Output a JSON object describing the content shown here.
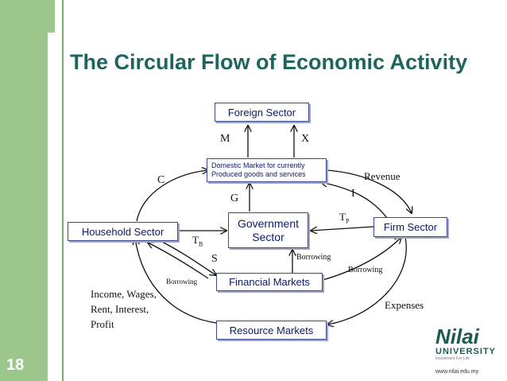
{
  "slide": {
    "number": "18",
    "title": "The Circular Flow of Economic Activity"
  },
  "boxes": {
    "foreign": "Foreign Sector",
    "domestic_line1": "Domestic Market for currently",
    "domestic_line2": "Produced goods and services",
    "government_line1": "Government",
    "government_line2": "Sector",
    "household": "Household Sector",
    "firm": "Firm Sector",
    "financial": "Financial Markets",
    "resource": "Resource Markets"
  },
  "labels": {
    "m": "M",
    "x": "X",
    "c": "C",
    "revenue": "Revenue",
    "g": "G",
    "i": "I",
    "tp": "T",
    "tp_sub": "P",
    "tb": "T",
    "tb_sub": "B",
    "s": "S",
    "borrowing_gov": "Borrowing",
    "borrowing_firm": "Borrowing",
    "borrowing_house": "Borrowing",
    "income_line1": "Income, Wages,",
    "income_line2": "Rent, Interest,",
    "income_line3": "Profit",
    "expenses": "Expenses"
  },
  "logo": {
    "name": "Nilai",
    "sub": "UNIVERSITY",
    "tagline": "Investment For Life",
    "url": "www.nilai.edu.my"
  },
  "colors": {
    "title": "#1d6660",
    "sidebar": "#9bc78c",
    "box_text": "#0b1a6e",
    "box_border": "#3a4a8c"
  }
}
